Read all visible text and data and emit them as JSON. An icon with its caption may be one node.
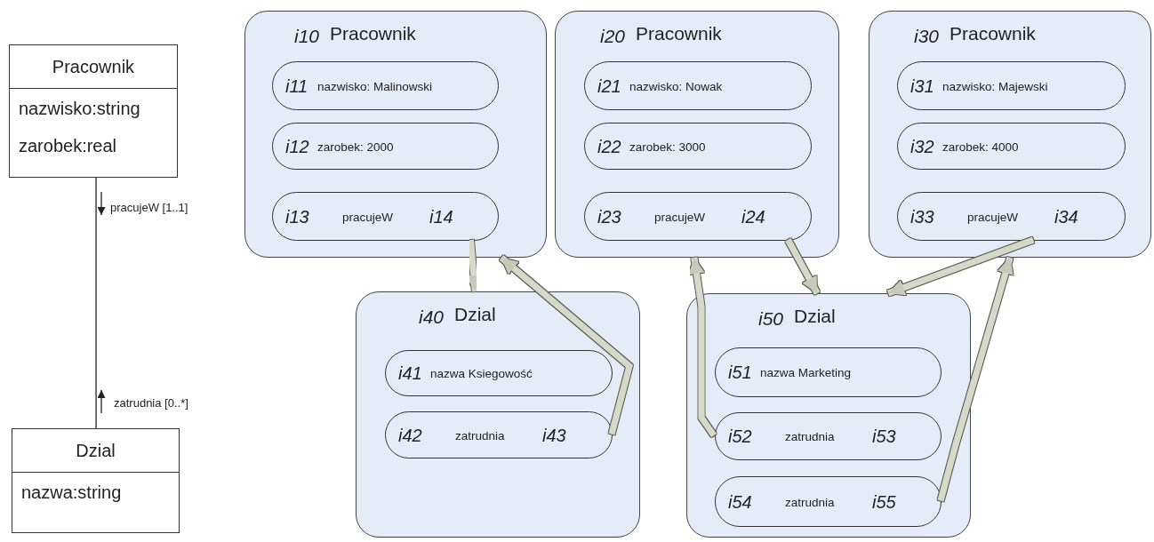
{
  "diagram": {
    "nodes": [
      {
        "text": [
          "Pracownik",
          "nazwisko:string",
          "zarobek:real"
        ]
      },
      {
        "text": [
          "Dzial",
          "nazwa:string"
        ]
      },
      {
        "text": [
          "i10",
          "Pracownik"
        ]
      },
      {
        "text": [
          "i11",
          "nazwisko: Malinowski"
        ],
        "in": 2
      },
      {
        "text": [
          "i12",
          "zarobek: 2000"
        ],
        "in": 2
      },
      {
        "text": [
          "i13",
          "pracujeW",
          "i14"
        ],
        "in": 2
      },
      {
        "text": [
          "i20",
          "Pracownik"
        ]
      },
      {
        "text": [
          "i21",
          "nazwisko: Nowak"
        ],
        "in": 6
      },
      {
        "text": [
          "i22",
          "zarobek: 3000"
        ],
        "in": 6
      },
      {
        "text": [
          "i23",
          "pracujeW",
          "i24"
        ],
        "in": 6
      },
      {
        "text": [
          "i30",
          "Pracownik"
        ]
      },
      {
        "text": [
          "i31",
          "nazwisko: Majewski"
        ],
        "in": 10
      },
      {
        "text": [
          "i32",
          "zarobek: 4000"
        ],
        "in": 10
      },
      {
        "text": [
          "i33",
          "pracujeW",
          "i34"
        ],
        "in": 10
      },
      {
        "text": [
          "i40",
          "Dzial"
        ]
      },
      {
        "text": [
          "i41",
          "nazwa Ksiegowość"
        ],
        "in": 14
      },
      {
        "text": [
          "i42",
          "zatrudnia",
          "i43"
        ],
        "in": 14
      },
      {
        "text": [
          "i50",
          "Dzial"
        ]
      },
      {
        "text": [
          "i51",
          "nazwa Marketing"
        ],
        "in": 17
      },
      {
        "text": [
          "i52",
          "zatrudnia",
          "i53"
        ],
        "in": 17
      },
      {
        "text": [
          "i54",
          "zatrudnia",
          "i55"
        ],
        "in": 17
      }
    ],
    "edges": [
      {
        "from": 0,
        "to": 1,
        "arrow": "none",
        "color": "#222222"
      },
      {
        "from": 5,
        "to": 14,
        "arrow": "to"
      },
      {
        "from": 16,
        "to": 2,
        "arrow": "to"
      },
      {
        "from": 9,
        "to": 17,
        "arrow": "to"
      },
      {
        "from": 19,
        "to": 6,
        "arrow": "to"
      },
      {
        "from": 13,
        "to": 17,
        "arrow": "to"
      },
      {
        "from": 20,
        "to": 10,
        "arrow": "to"
      }
    ],
    "labels": [
      "pracujeW [1..1]",
      "zatrudnia [0..*]"
    ]
  }
}
